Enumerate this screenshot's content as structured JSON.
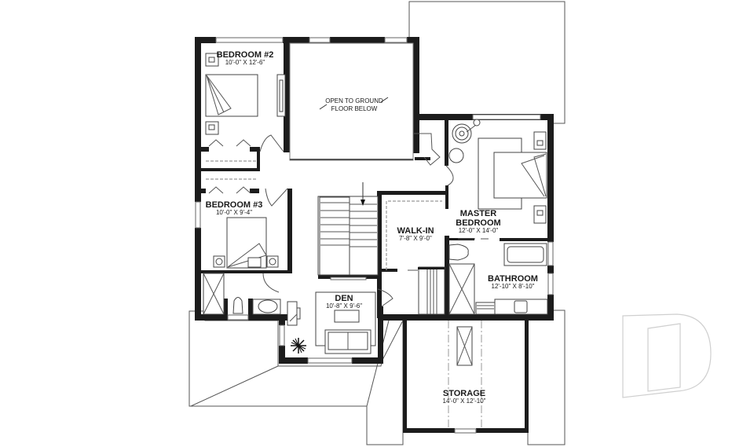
{
  "floorplan": {
    "rooms": [
      {
        "id": "bedroom-2",
        "name": "BEDROOM #2",
        "dimensions": "10'-0\" X 12'-6\""
      },
      {
        "id": "bedroom-3",
        "name": "BEDROOM #3",
        "dimensions": "10'-0\" X 9'-4\""
      },
      {
        "id": "master-bedroom",
        "name_line1": "MASTER",
        "name_line2": "BEDROOM",
        "dimensions": "12'-0\" X 14'-0\""
      },
      {
        "id": "walk-in",
        "name": "WALK-IN",
        "dimensions": "7'-8\" X 9'-0\""
      },
      {
        "id": "bathroom",
        "name": "BATHROOM",
        "dimensions": "12'-10\" X 8'-10\""
      },
      {
        "id": "den",
        "name": "DEN",
        "dimensions": "10'-8\" X 9'-6\""
      },
      {
        "id": "storage",
        "name": "STORAGE",
        "dimensions": "14'-0\" X 12'-10\""
      }
    ],
    "notes": {
      "open_line1": "OPEN TO GROUND",
      "open_line2": "FLOOR BELOW"
    },
    "colors": {
      "wall": "#1c1c1c",
      "line": "#555555",
      "background": "#ffffff",
      "watermark": "#cfcfcf"
    }
  }
}
